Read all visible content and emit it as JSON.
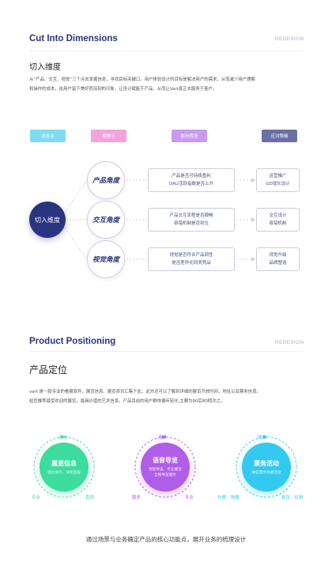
{
  "section1": {
    "title": "Cut Into Dimensions",
    "redesign": "REDESIGN",
    "heading": "切入维度",
    "paragraph_line1": "从“产品、交互、视觉”三个点去发掘信息，寻找目标突破口。用户体验设计的目标是解决用户的需求，从而减少用户理解",
    "paragraph_line2": "和操作的成本，给用户留下美好而深刻的印象，让设计赋能于产品，从而让Vart真正去服务于客户。"
  },
  "tags": [
    {
      "label": "出发点",
      "color": "#7fdcf0"
    },
    {
      "label": "视觉点",
      "color": "#f2a4dc"
    },
    {
      "label": "提出假设",
      "color": "#c89af0"
    },
    {
      "label": "应对策略",
      "color": "#6a6fa6"
    }
  ],
  "diagram": {
    "center": "切入维度",
    "nodes": [
      {
        "label": "产品角度",
        "problem_line1": "产品是否可持续盈利",
        "problem_line2": "DAU活跃指数是否上升",
        "solution_line1": "运营推广",
        "solution_line2": "GD增长设计"
      },
      {
        "label": "交互角度",
        "problem_line1": "产品交互流程是否顺畅",
        "problem_line2": "容错机制是否到位",
        "solution_line1": "交互设计",
        "solution_line2": "容错机制"
      },
      {
        "label": "视觉角度",
        "problem_line1": "视觉是否符合产品调性",
        "problem_line2": "是否差异化同类竞品",
        "solution_line1": "视觉升级",
        "solution_line2": "品牌塑造"
      }
    ]
  },
  "section2": {
    "title": "Product Positioning",
    "redesign": "REDESIGN",
    "heading": "产品定位",
    "paragraph_line1": "vart 是一款专业的看展软件，展览信息、展览资讯汇集于此，此外还可以了解到详细的展览开放时间，地址以及票务信息，",
    "paragraph_line2": "给您推荐最受欢迎的展览，最具价值的艺术信息。产品目前的用户群体偏年轻化,主要为90后80稍次之。"
  },
  "rings": [
    {
      "color": "#3ddc9f",
      "title": "展览信息",
      "sub_line1": "图文展示、清晰直观",
      "sub_line2": "",
      "top": "清晰",
      "left": "专业",
      "right": "直观"
    },
    {
      "color": "#b05ee8",
      "title": "语音导览",
      "sub_line1": "智能导览、专业播音",
      "sub_line2": "全程导览服务",
      "top": "场景",
      "left": "服务",
      "right": "专业"
    },
    {
      "color": "#33c9f0",
      "title": "票务活动",
      "sub_line1": "微信票务优惠活动",
      "sub_line2": "",
      "top": "快捷",
      "left": "方便、快捷",
      "right": "省存、拉新"
    }
  ],
  "footer": "通过场景与业务确定产品的核心功能点，展开业务的梳理设计"
}
